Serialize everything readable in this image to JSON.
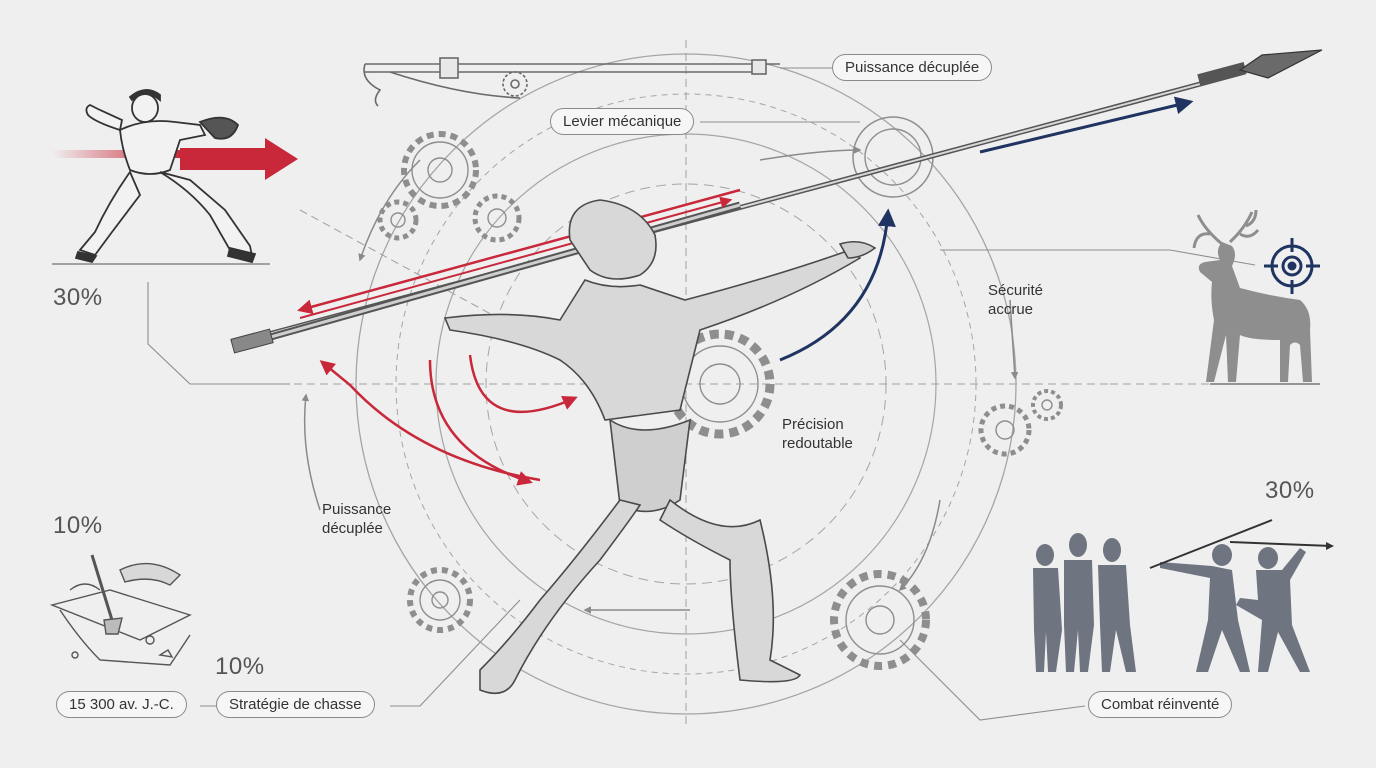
{
  "labels": {
    "power_top": "Puissance décuplée",
    "lever": "Levier mécanique",
    "safety": "Sécurité\naccrue",
    "precision": "Précision\nredoutable",
    "power_left": "Puissance\ndécuplée",
    "date": "15 300 av. J.-C.",
    "strategy": "Stratégie de chasse",
    "combat": "Combat réinventé"
  },
  "percentages": {
    "pitcher": "30%",
    "excavation": "10%",
    "strategy": "10%",
    "combat": "30%"
  },
  "icons": [
    "pitcher-figure",
    "deer-silhouette",
    "target-icon",
    "excavation-sketch",
    "hunters-group",
    "atlatl-sketch",
    "gear-icon",
    "spear-thrower-figure"
  ],
  "colors": {
    "red": "#c8283a",
    "navy": "#1f3460",
    "gray": "#7a7a7a",
    "line": "#9a9a9a"
  }
}
